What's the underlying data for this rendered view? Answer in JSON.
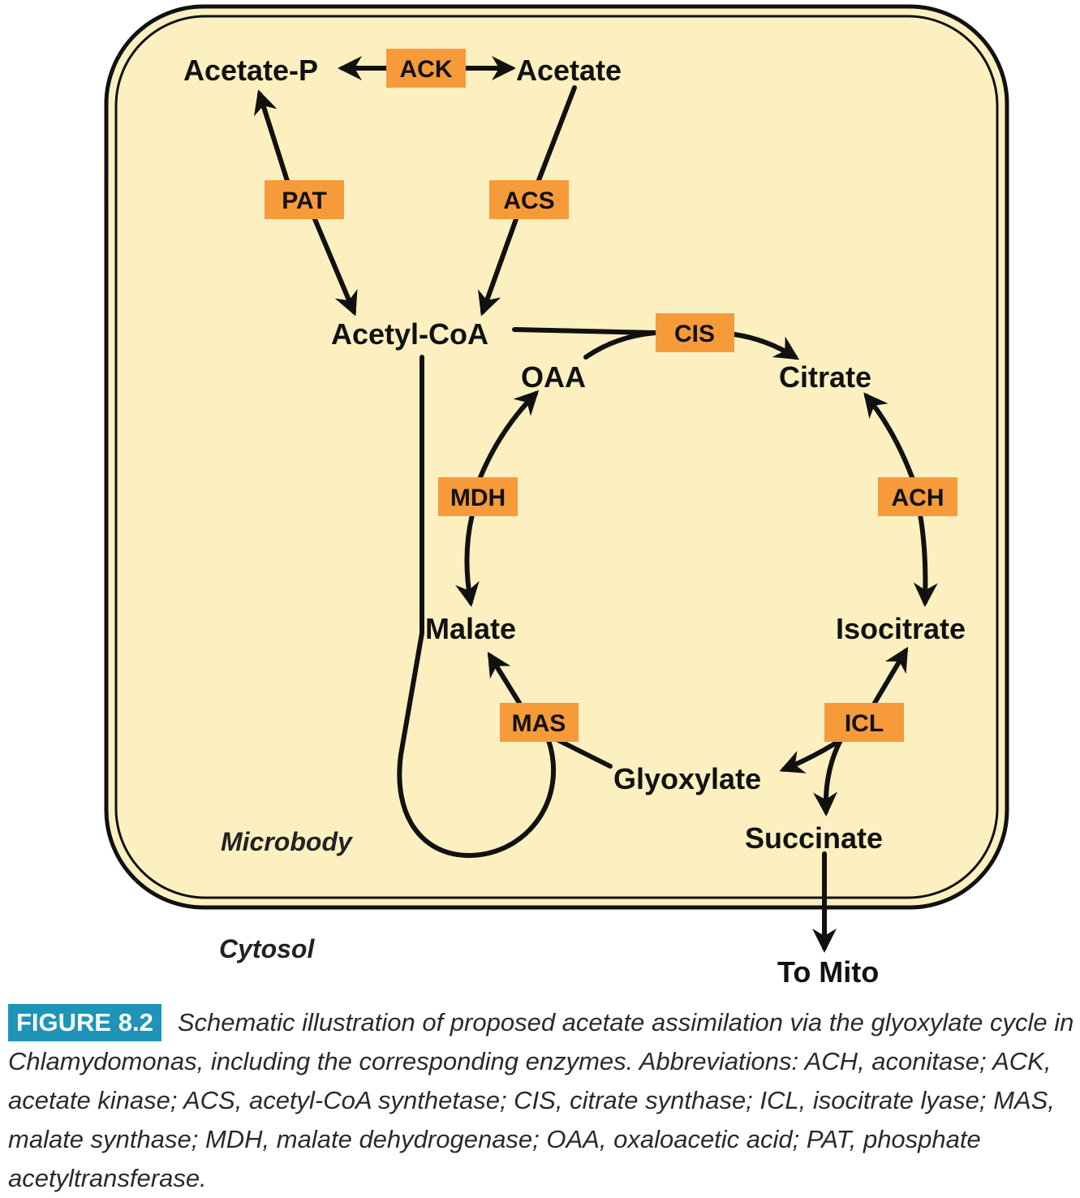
{
  "colors": {
    "background": "#fcf0c0",
    "enzyme_fill": "#f79a3a",
    "line": "#111111",
    "figure_label_bg": "#1d94b8"
  },
  "regions": {
    "microbody": "Microbody",
    "cytosol": "Cytosol"
  },
  "metabolites": {
    "acetate_p": "Acetate-P",
    "acetate": "Acetate",
    "acetyl_coa": "Acetyl-CoA",
    "oaa": "OAA",
    "citrate": "Citrate",
    "malate": "Malate",
    "isocitrate": "Isocitrate",
    "glyoxylate": "Glyoxylate",
    "succinate": "Succinate",
    "to_mito": "To Mito"
  },
  "enzymes": {
    "ack": "ACK",
    "pat": "PAT",
    "acs": "ACS",
    "cis": "CIS",
    "mdh": "MDH",
    "ach": "ACH",
    "mas": "MAS",
    "icl": "ICL"
  },
  "caption": {
    "label": "FIGURE 8.2",
    "text": "Schematic illustration of proposed acetate assimilation via the glyoxylate cycle in Chlamydomonas, including the corresponding enzymes. Abbreviations: ACH, aconitase; ACK, acetate kinase; ACS, acetyl-CoA synthetase; CIS, citrate synthase; ICL, isocitrate lyase; MAS, malate synthase; MDH, malate dehydrogenase; OAA, oxaloacetic acid; PAT, phosphate acetyltransferase."
  }
}
